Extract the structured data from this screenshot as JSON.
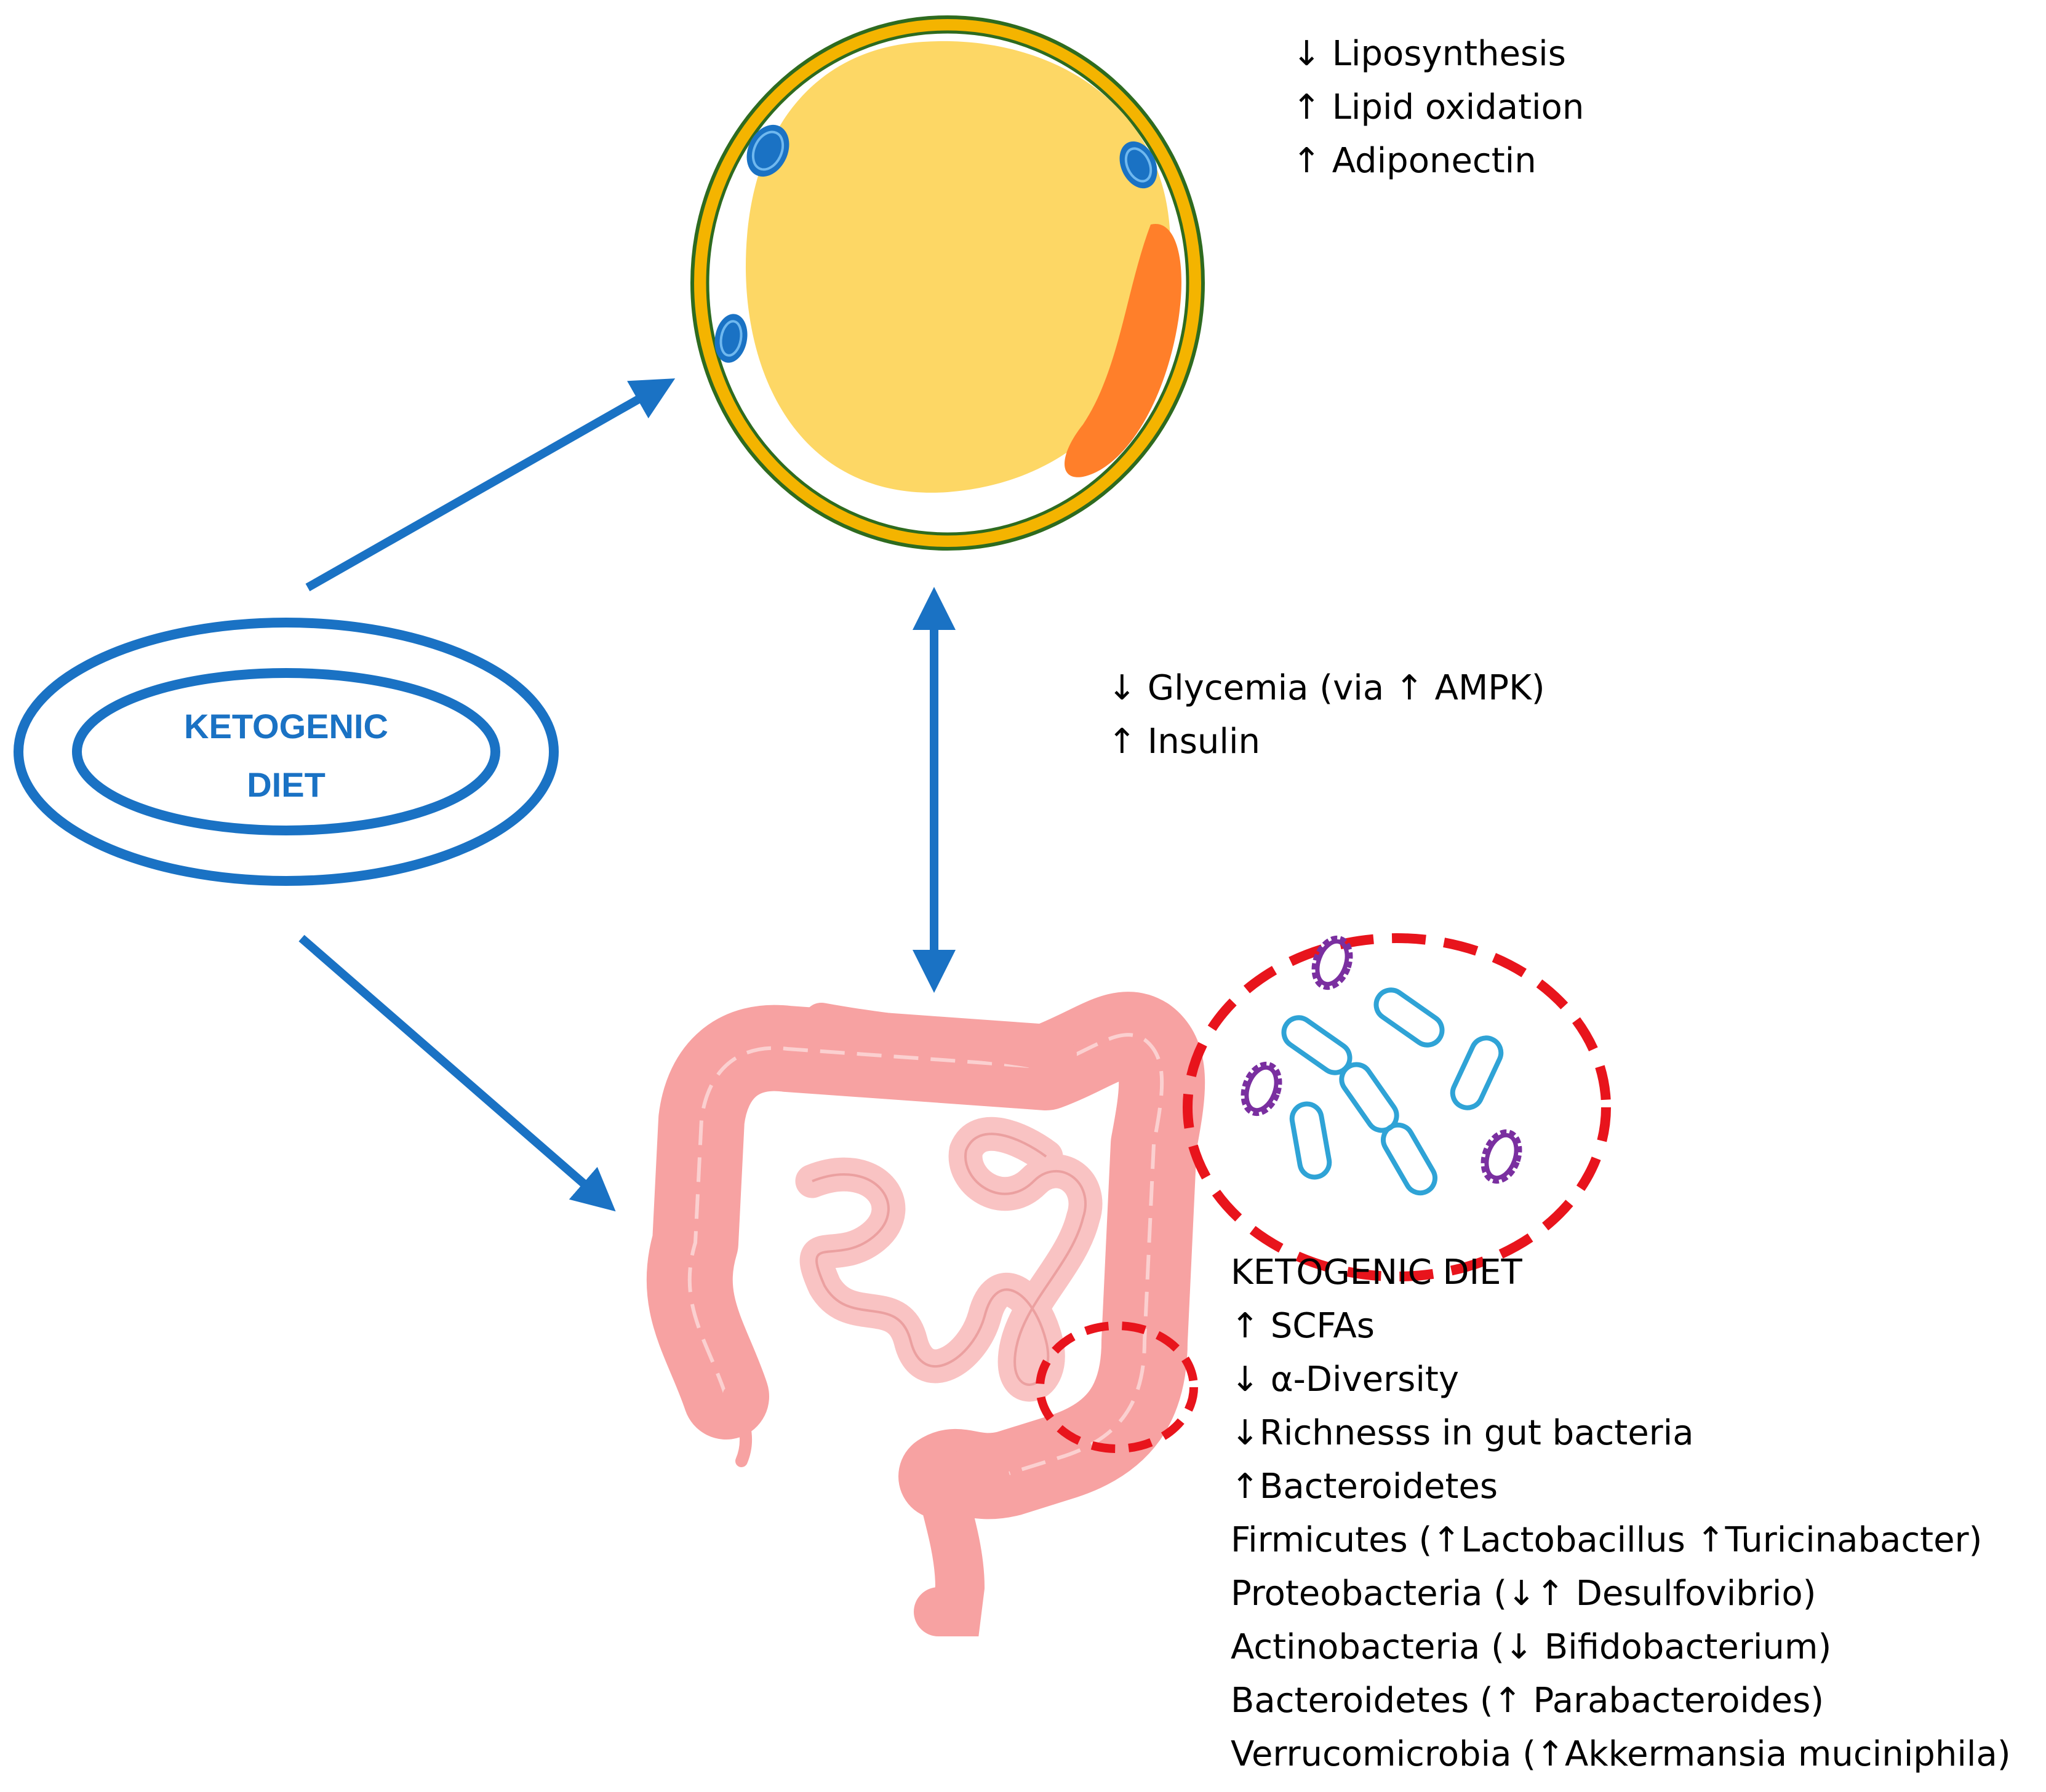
{
  "diet_label": {
    "line1": "KETOGENIC",
    "line2": "DIET"
  },
  "adipocyte_effects": [
    "↓ Liposynthesis",
    "↑ Lipid oxidation",
    "↑ Adiponectin"
  ],
  "glycemia_effects": [
    "↓ Glycemia (via ↑ AMPK)",
    "↑ Insulin"
  ],
  "microbiota_effects": [
    "KETOGENIC DIET",
    "↑ SCFAs",
    "↓ α-Diversity",
    "↓Richnesss in gut bacteria",
    "↑Bacteroidetes",
    "Firmicutes (↑Lactobacillus ↑Turicinabacter)",
    "Proteobacteria (↓↑ Desulfovibrio)",
    "Actinobacteria (↓ Bifidobacterium)",
    "Bacteroidetes (↑ Parabacteroides)",
    "Verrucomicrobia (↑Akkermansia muciniphila)"
  ],
  "colors": {
    "arrow": "#1a72c4",
    "cell_membrane": "#f4b400",
    "cell_outline": "#2e6b1f",
    "lipid_droplet": "#fdd765",
    "nucleus": "#ff7f2a",
    "mitochondria": "#1a72c4",
    "intestine": "#f7a2a2",
    "small_intestine": "#f9c3c3",
    "dashed_circle": "#e8141c",
    "rod_bacteria": "#2fa3d6",
    "round_bacteria": "#7a2fa0"
  }
}
